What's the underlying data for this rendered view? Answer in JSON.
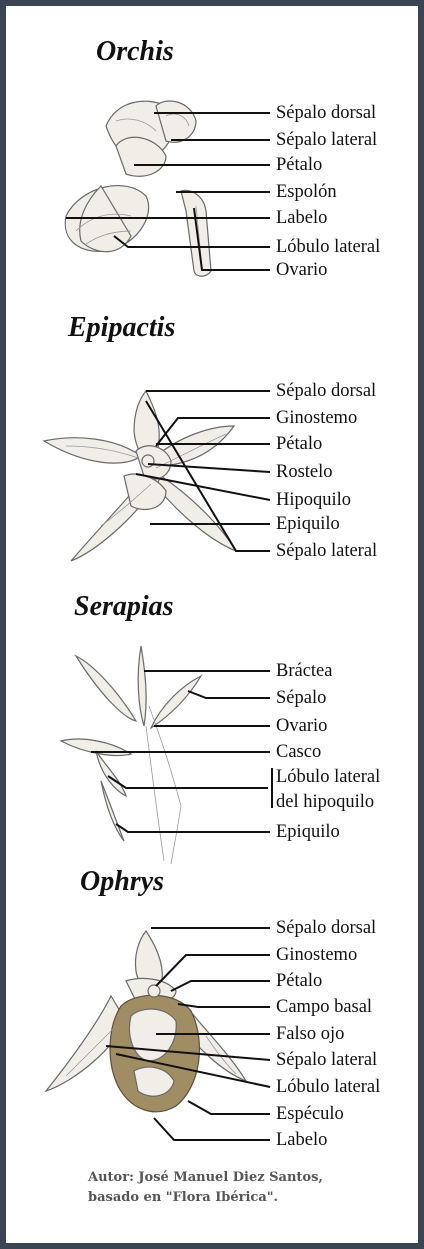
{
  "sections": [
    {
      "title": "Orchis",
      "labels": [
        "Sépalo dorsal",
        "Sépalo lateral",
        "Pétalo",
        "Espolón",
        "Labelo",
        "Lóbulo lateral",
        "Ovario"
      ]
    },
    {
      "title": "Epipactis",
      "labels": [
        "Sépalo dorsal",
        "Ginostemo",
        "Pétalo",
        "Rostelo",
        "Hipoquilo",
        "Epiquilo",
        "Sépalo lateral"
      ]
    },
    {
      "title": "Serapias",
      "labels": [
        "Bráctea",
        "Sépalo",
        "Ovario",
        "Casco",
        "Lóbulo lateral",
        "del hipoquilo",
        "Epiquilo"
      ]
    },
    {
      "title": "Ophrys",
      "labels": [
        "Sépalo dorsal",
        "Ginostemo",
        "Pétalo",
        "Campo basal",
        "Falso ojo",
        "Sépalo lateral",
        "Lóbulo lateral",
        "Espéculo",
        "Labelo"
      ]
    }
  ],
  "credit": {
    "line1": "Autor: José Manuel Diez Santos,",
    "line2": "basado en \"Flora Ibérica\"."
  }
}
